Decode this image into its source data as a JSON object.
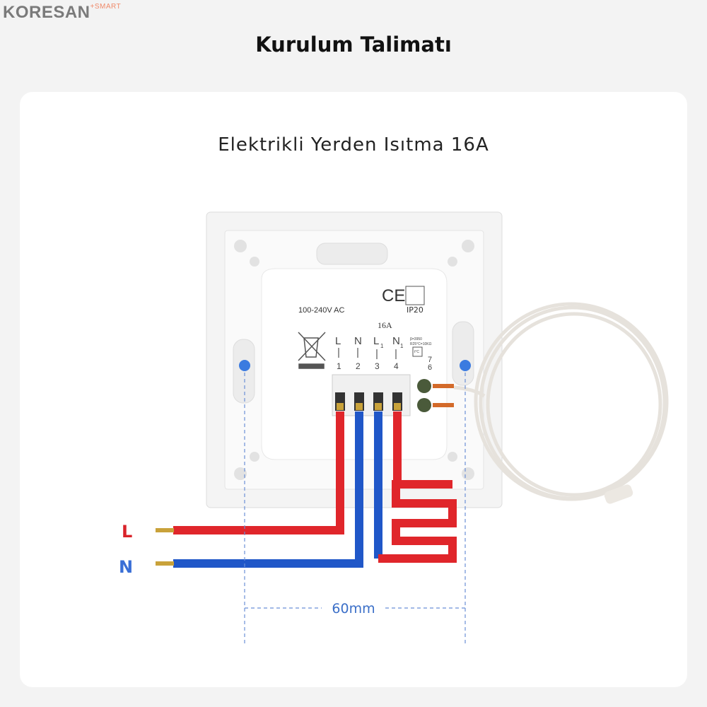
{
  "brand": {
    "name": "KORESAN",
    "suffix": "+SMART"
  },
  "title": "Kurulum Talimatı",
  "subtitle": "Elektrikli Yerden Isıtma 16A",
  "device": {
    "voltage": "100-240V AC",
    "ce": "CE",
    "ip": "IP20",
    "current": "16A",
    "sensor_spec_1": "β=3950",
    "sensor_spec_2": "R25°C=10KΩ",
    "sensor_symbol": "t°C",
    "terminals": [
      {
        "letter": "L",
        "sub": "",
        "num": "1"
      },
      {
        "letter": "N",
        "sub": "",
        "num": "2"
      },
      {
        "letter": "L",
        "sub": "1",
        "num": "3"
      },
      {
        "letter": "N",
        "sub": "1",
        "num": "4"
      }
    ],
    "sensor_terminals": [
      "7",
      "6"
    ]
  },
  "wires": {
    "live_label": "L",
    "neutral_label": "N",
    "live_color": "#e0262b",
    "neutral_color": "#2057c8",
    "label_live_color": "#d9232a",
    "label_neutral_color": "#3a6fd6"
  },
  "dimension": "60mm",
  "accent": "#3b7be0"
}
